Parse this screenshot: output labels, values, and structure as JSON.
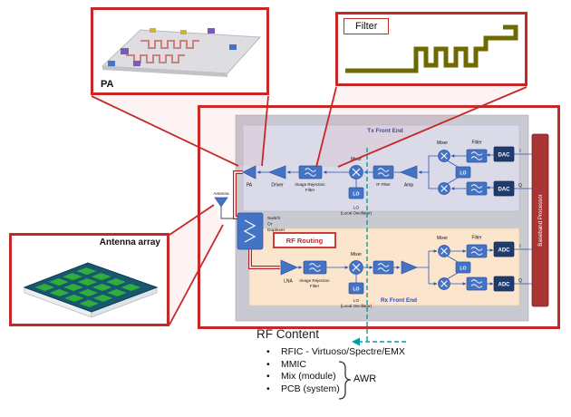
{
  "callouts": {
    "pa": {
      "label": "PA"
    },
    "filter": {
      "label": "Filter"
    },
    "antenna": {
      "label": "Antenna array"
    }
  },
  "diagram": {
    "tx_title": "Tx Front End",
    "rx_title": "Rx Front End",
    "baseband": "Baseband Processor",
    "antenna_label": "Antenna",
    "switch_line1": "Switch",
    "switch_line2": "Or",
    "switch_line3": "Duplexer",
    "rf_routing": "RF Routing",
    "tx": {
      "pa": "PA",
      "driver": "Driver",
      "irf_line1": "Image Rejection",
      "irf_line2": "Filter",
      "mixer": "Mixer",
      "lo_box": "LO",
      "lo_line1": "LO",
      "lo_line2": "(Local Oscillator)",
      "if_filter": "IF Filter",
      "amp": "Amp",
      "mixer2": "Mixer",
      "filter2": "Filter",
      "lo2": "LO",
      "dac": "DAC",
      "i": "I",
      "q": "Q"
    },
    "rx": {
      "lna": "LNA",
      "irf_line1": "Image Rejection",
      "irf_line2": "Filter",
      "mixer": "Mixer",
      "lo_box": "LO",
      "lo_line1": "LO",
      "lo_line2": "(Local Oscillator)",
      "mixer2": "Mixer",
      "filter2": "Filter",
      "lo2": "LO",
      "adc": "ADC",
      "i": "I",
      "q": "Q"
    }
  },
  "annotations": {
    "rf_content": "RF Content",
    "bullets": [
      "RFIC   -   Virtuoso/Spectre/EMX",
      "MMIC",
      "Mix (module)",
      "PCB (system)"
    ],
    "awr": "AWR"
  },
  "colors": {
    "callout_red": "#c62828",
    "block_blue": "#4472c4",
    "converter_navy": "#1e3a6e",
    "tx_panel": "#dadae9",
    "rx_panel": "#fbe6cd",
    "panel_gray": "#c9c9d2",
    "baseband_red": "#a83434",
    "teal_dash": "#00a0a0",
    "filter_olive": "#6e6a00"
  }
}
